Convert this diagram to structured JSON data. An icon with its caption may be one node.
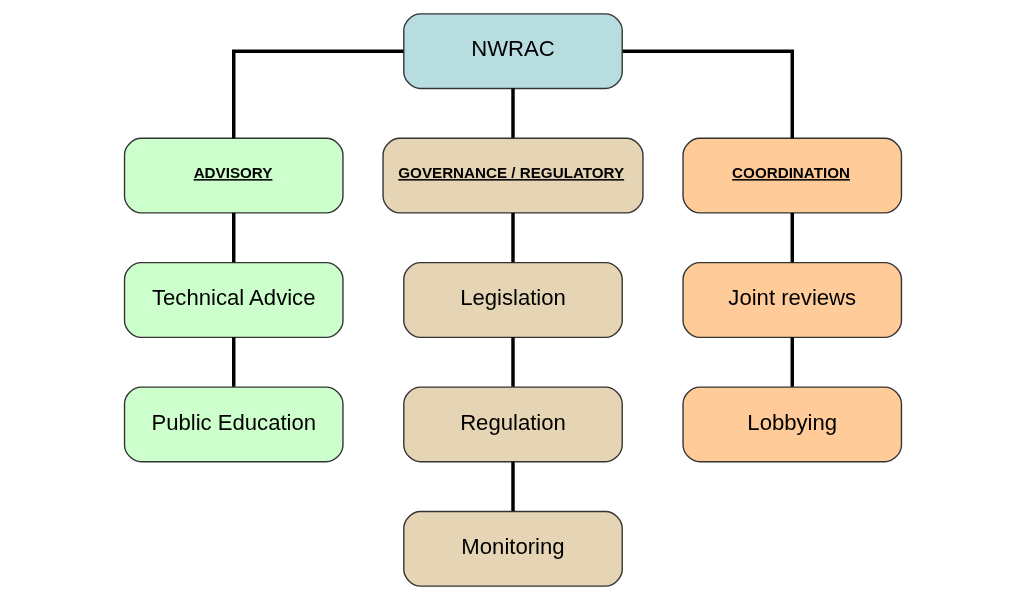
{
  "diagram": {
    "nodes": [
      {
        "text": [
          "NWRAC"
        ]
      },
      {
        "text": [
          "ADVISORY"
        ]
      },
      {
        "text": [
          "GOVERNANCE / REGULATORY"
        ]
      },
      {
        "text": [
          "COORDINATION"
        ]
      },
      {
        "text": [
          "Technical Advice"
        ]
      },
      {
        "text": [
          "Public Education"
        ]
      },
      {
        "text": [
          "Legislation"
        ]
      },
      {
        "text": [
          "Regulation"
        ]
      },
      {
        "text": [
          "Monitoring"
        ]
      },
      {
        "text": [
          "Joint reviews"
        ]
      },
      {
        "text": [
          "Lobbying"
        ]
      }
    ],
    "edges": [
      {
        "from": 0,
        "to": 1,
        "arrow": "none"
      },
      {
        "from": 0,
        "to": 2,
        "arrow": "none"
      },
      {
        "from": 0,
        "to": 3,
        "arrow": "none"
      },
      {
        "from": 1,
        "to": 4,
        "arrow": "none"
      },
      {
        "from": 4,
        "to": 5,
        "arrow": "none"
      },
      {
        "from": 2,
        "to": 6,
        "arrow": "none"
      },
      {
        "from": 6,
        "to": 7,
        "arrow": "none"
      },
      {
        "from": 7,
        "to": 8,
        "arrow": "none"
      },
      {
        "from": 3,
        "to": 9,
        "arrow": "none"
      },
      {
        "from": 9,
        "to": 10,
        "arrow": "none"
      }
    ]
  }
}
